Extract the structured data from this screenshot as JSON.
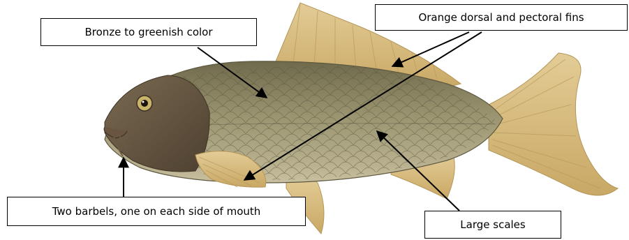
{
  "labels": {
    "color": "Bronze to greenish color",
    "fins": "Orange dorsal and pectoral fins",
    "barbels": "Two barbels, one on each side of mouth",
    "scales": "Large scales"
  },
  "colors": {
    "body": "#8f8a66",
    "head": "#6b5a45",
    "fins": "#d8be86",
    "fin_rays": "#b89a5c",
    "scale_line": "#5a5a40",
    "arrow": "#000000"
  },
  "icons": [
    "carp-fish",
    "arrow"
  ]
}
